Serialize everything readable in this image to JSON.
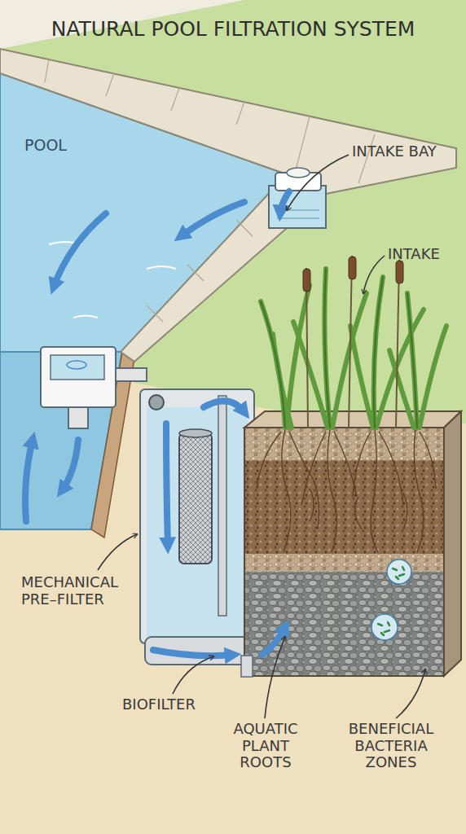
{
  "diagram": {
    "title": "NATURAL POOL FILTRATION SYSTEM",
    "labels": [
      "POOL",
      "INTAKE BAY",
      "INTAKE",
      "MECHANICAL PRE–FILTER",
      "BIOFILTER",
      "AQUATIC PLANT ROOTS",
      "BENEFICIAL BACTERIA ZONES"
    ]
  }
}
